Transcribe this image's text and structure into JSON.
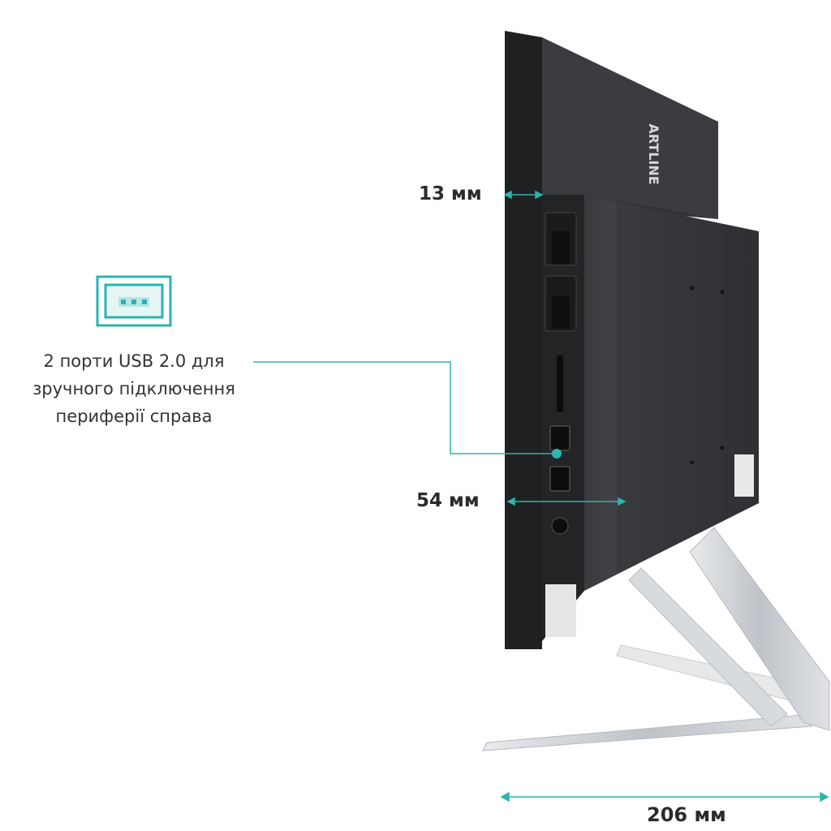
{
  "colors": {
    "accent": "#2bb5b0",
    "monitor_dark": "#2e2f31",
    "stand_silver": "#c9ccd0",
    "text": "#2b2b2b"
  },
  "icons": {
    "feature": "usb-port-icon",
    "brand": "artline-logo"
  },
  "brand_logo": "ARTLINE",
  "feature": {
    "lines": [
      "2 порти USB 2.0 для",
      "зручного підключення",
      "периферії справа"
    ]
  },
  "dimensions": {
    "depth_top": "13 мм",
    "depth_body": "54 мм",
    "stand_depth": "206 мм"
  }
}
